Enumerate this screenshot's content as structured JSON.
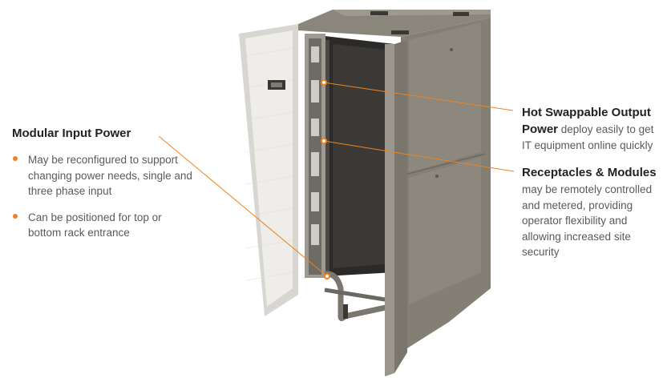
{
  "left_callout": {
    "title": "Modular Input Power",
    "bullets": [
      "May be reconfigured to support changing power needs, single and three phase input",
      "Can be positioned for top or bottom rack entrance"
    ]
  },
  "right_callout_1": {
    "title_line1": "Hot Swappable Output",
    "title_line2": "Power",
    "text_after": " deploy easily to get",
    "text_line2": "IT equipment online quickly"
  },
  "right_callout_2": {
    "title": "Receptacles & Modules",
    "lines": [
      "may be remotely controlled",
      "and metered, providing",
      "operator flexibility and",
      "allowing increased site",
      "security"
    ]
  },
  "colors": {
    "accent": "#f0821e",
    "heading": "#222222",
    "text": "#5a5a5a"
  }
}
